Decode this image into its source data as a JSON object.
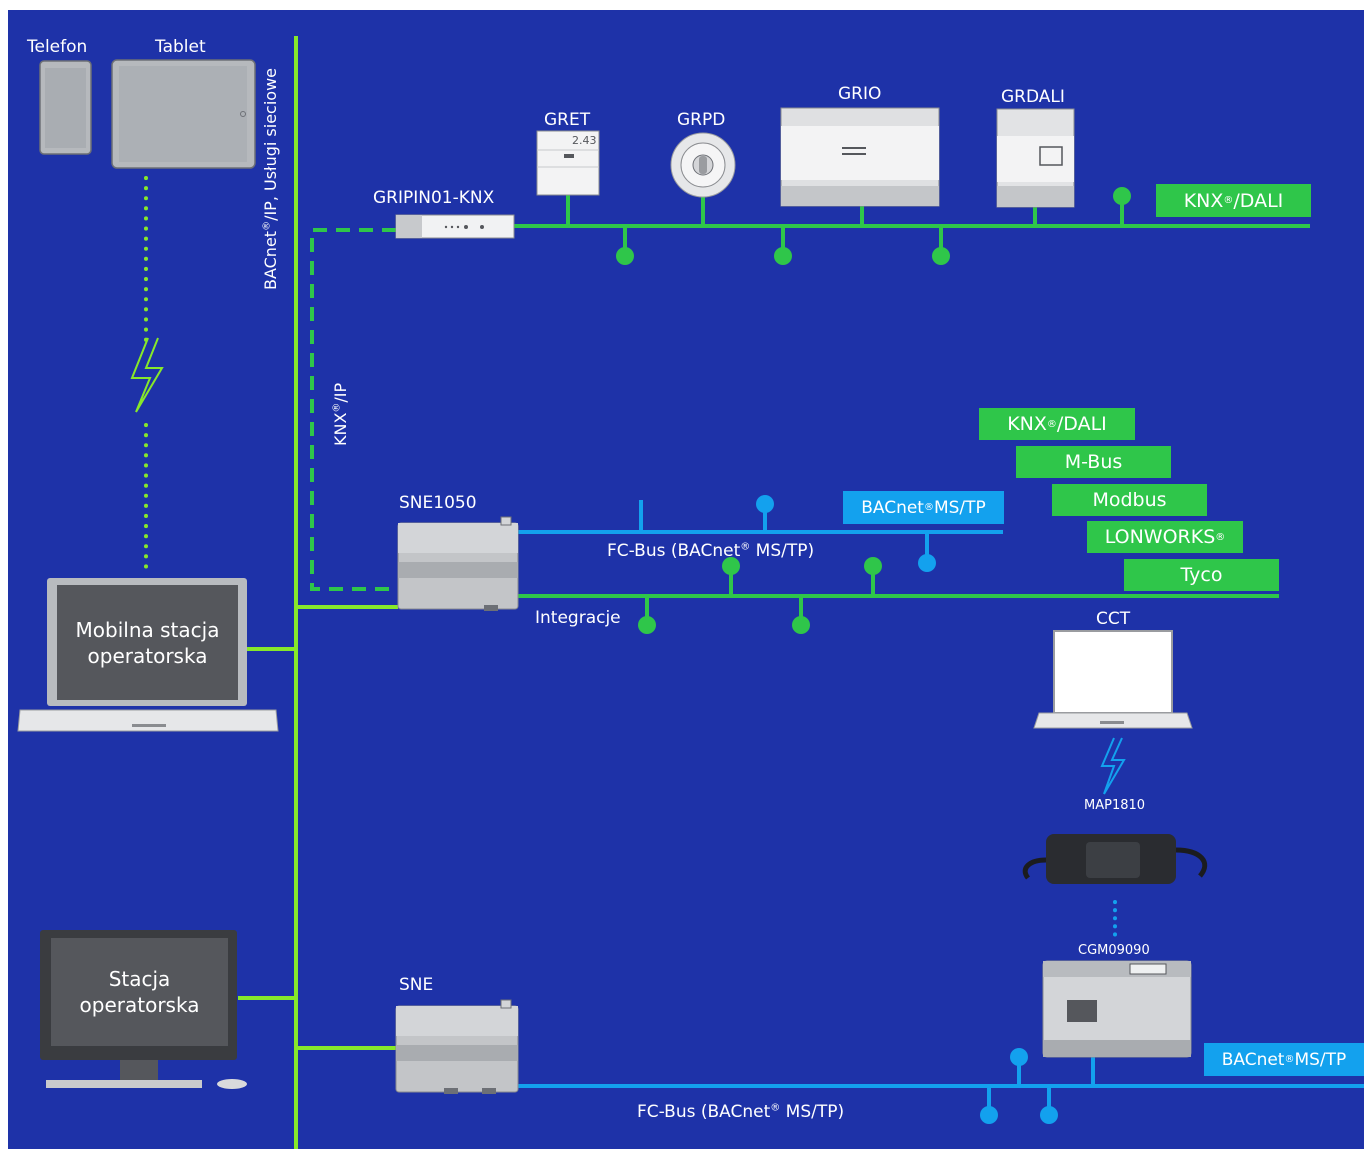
{
  "devices": {
    "phone": "Telefon",
    "tablet": "Tablet",
    "gripin": "GRIPIN01-KNX",
    "gret": "GRET",
    "grpd": "GRPD",
    "grio": "GRIO",
    "grdali": "GRDALI",
    "sne1050": "SNE1050",
    "sne": "SNE",
    "cct": "CCT",
    "map": "MAP1810",
    "cgm": "CGM09090",
    "mobile_station_l1": "Mobilna stacja",
    "mobile_station_l2": "operatorska",
    "station_l1": "Stacja",
    "station_l2": "operatorska",
    "gret_display": "2.43"
  },
  "buses": {
    "backbone_a": "BACnet",
    "backbone_b": "/IP, Usługi sieciowe",
    "knxip_a": "KNX",
    "knxip_b": "/IP",
    "knx_dali_a": "KNX",
    "knx_dali_b": "/DALI",
    "fcbus_top_a": "FC-Bus (BACnet",
    "fcbus_top_b": " MS/TP)",
    "fcbus_bottom_a": "FC-Bus (BACnet",
    "fcbus_bottom_b": " MS/TP)",
    "integration": "Integracje",
    "bacnet_mstp_a": "BACnet",
    "bacnet_mstp_b": " MS/TP",
    "bacnet_mstp2_a": "BACnet",
    "bacnet_mstp2_b": " MS/TP",
    "reg": "®"
  },
  "integrations": {
    "knx_a": "KNX",
    "knx_b": "/DALI",
    "mbus": "M-Bus",
    "modbus": "Modbus",
    "lonworks": "LONWORKS",
    "tyco": "Tyco"
  },
  "colors": {
    "background": "#1e32a8",
    "ip_line": "#87e82a",
    "green_bus": "#2fc64a",
    "blue_bus": "#13a1ee"
  }
}
